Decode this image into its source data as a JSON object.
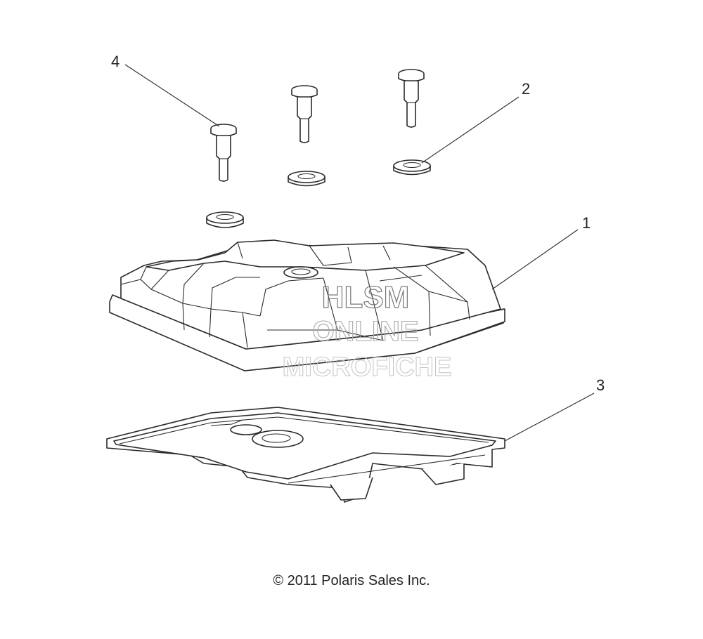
{
  "callouts": [
    "1",
    "2",
    "3",
    "4"
  ],
  "watermark": [
    "HLSM",
    "ONLINE",
    "MICROFICHE"
  ],
  "copyright": "© 2011 Polaris Sales Inc.",
  "parts": {
    "1": "valve-cover",
    "2": "grommet",
    "3": "gasket",
    "4": "bolt"
  }
}
